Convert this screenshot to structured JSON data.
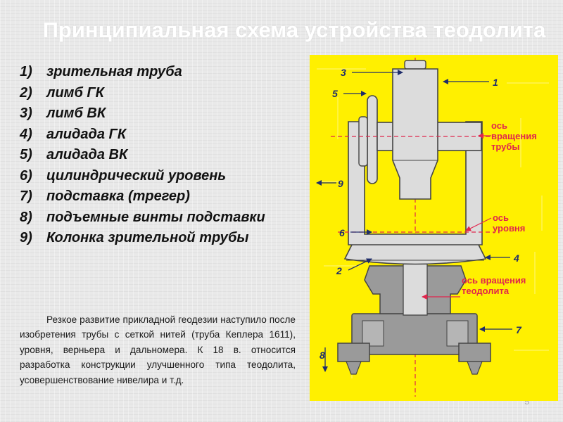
{
  "title": "Принципиальная схема устройства теодолита",
  "parts": [
    {
      "num": "1)",
      "text": "зрительная труба"
    },
    {
      "num": "2)",
      "text": "лимб ГК"
    },
    {
      "num": "3)",
      "text": "лимб ВК"
    },
    {
      "num": "4)",
      "text": "алидада ГК"
    },
    {
      "num": "5)",
      "text": "алидада ВК"
    },
    {
      "num": "6)",
      "text": "цилиндрический уровень"
    },
    {
      "num": "7)",
      "text": "подставка (трегер)"
    },
    {
      "num": "8)",
      "text": "подъемные винты подставки"
    },
    {
      "num": "9)",
      "text": "Колонка зрительной трубы"
    }
  ],
  "paragraph": "Резкое развитие прикладной геодезии наступило после изобретения трубы с сеткой нитей (труба Кеплера 1611), уровня, верньера и дальномера. К 18 в. относится разработка конструкции улучшенного типа теодолита, усовершенствование нивелира и т.д.",
  "page_number": "5",
  "figure": {
    "callouts": {
      "n1": "1",
      "n2": "2",
      "n3": "3",
      "n4": "4",
      "n5": "5",
      "n6": "6",
      "n7": "7",
      "n8": "8",
      "n9": "9"
    },
    "axis_tube": [
      "ось",
      "вращения",
      "трубы"
    ],
    "axis_level": [
      "ось",
      "уровня"
    ],
    "axis_theodolite": [
      "ось вращения",
      "теодолита"
    ],
    "colors": {
      "background": "#fff000",
      "device": "#dcdcdc",
      "base": "#9a9a9a",
      "label": "#1f2d6b",
      "axis": "#e0254d"
    }
  }
}
